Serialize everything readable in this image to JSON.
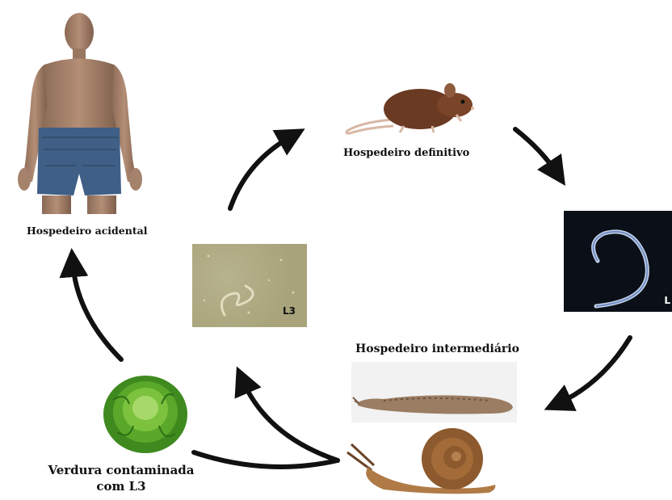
{
  "labels": {
    "accidental_host": "Hospedeiro acidental",
    "definitive_host": "Hospedeiro definitivo",
    "intermediate_host": "Hospedeiro intermediário",
    "contaminated_vegetable": "Verdura contaminada",
    "contaminated_vegetable_line2": "com L3",
    "larva_stage": "L3",
    "larva_stage_cropped": "L"
  },
  "icons": [
    "human-figure",
    "rat",
    "adult-worm",
    "slug",
    "snail",
    "lettuce",
    "l3-larva-micrograph"
  ],
  "colors": {
    "arrow": "#111111",
    "text": "#111111",
    "micrograph_bg": "#a8a37a",
    "worm_bg": "#0b1018"
  }
}
